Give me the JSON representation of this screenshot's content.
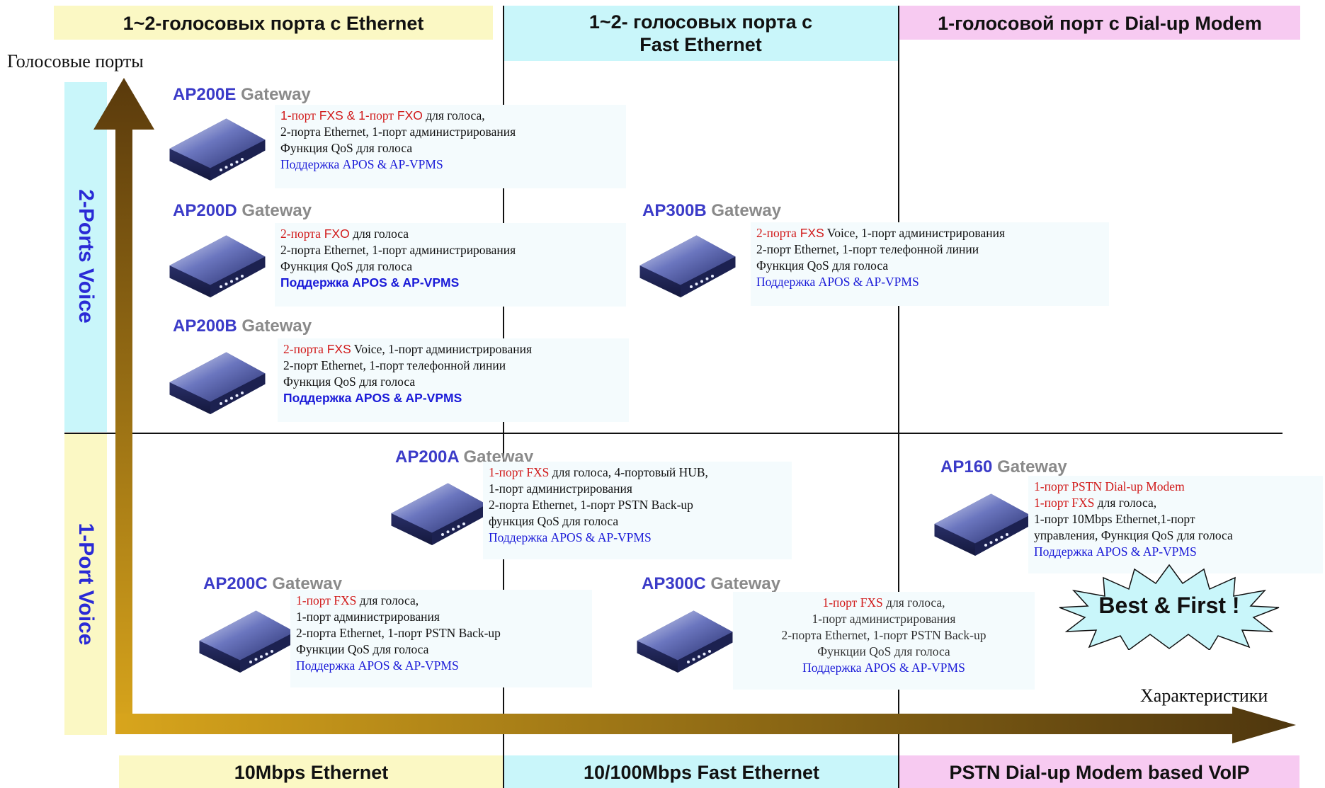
{
  "headers_top": {
    "col1": "1~2-голосовых порта с Ethernet",
    "col2_line1": "1~2- голосовых порта с",
    "col2_line2": "Fast Ethernet",
    "col3": "1-голосовой  порт с Dial-up Modem"
  },
  "headers_bottom": {
    "col1": "10Mbps Ethernet",
    "col2": "10/100Mbps Fast Ethernet",
    "col3": "PSTN Dial-up Modem based VoIP"
  },
  "axis": {
    "y_title": "Голосовые порты",
    "x_title": "Характеристики",
    "row_top": "2-Ports Voice",
    "row_bottom": "1-Port Voice"
  },
  "badge": "Best & First !",
  "products": {
    "ap200e": {
      "model": "AP200E",
      "gw": "Gateway",
      "l1a": "1-",
      "l1b": "порт",
      "l1c": " FXS & 1-",
      "l1d": "порт",
      "l1e": " FXO",
      "l1f": " для голоса,",
      "l2": "2-порта Ethernet, 1-порт администрирования",
      "l3": "Функция QoS для голоса",
      "l4": "Поддержка APOS & AP-VPMS"
    },
    "ap200d": {
      "model": "AP200D",
      "gw": "Gateway",
      "l1a": "2-порта",
      "l1b": " FXO",
      "l1c": " для голоса",
      "l2": "2-порта Ethernet, 1-порт администрирования",
      "l3": "Функция QoS для голоса",
      "l4": "Поддержка APOS & AP-VPMS"
    },
    "ap200b": {
      "model": "AP200B",
      "gw": "Gateway",
      "l1a": "2-порта",
      "l1b": " FXS",
      "l1c": " Voice, 1-порт администрирования",
      "l2": "2-порт Ethernet, 1-порт телефонной  линии",
      "l3": "Функция QoS для голоса",
      "l4": "Поддержка APOS & AP-VPMS"
    },
    "ap300b": {
      "model": "AP300B",
      "gw": "Gateway",
      "l1a": "2-порта",
      "l1b": " FXS",
      "l1c": " Voice, 1-порт администрирования",
      "l2": "2-порт Ethernet, 1-порт телефонной  линии",
      "l3": "Функция QoS для голоса",
      "l4": "Поддержка APOS & AP-VPMS"
    },
    "ap200a": {
      "model": "AP200A",
      "gw": "Gateway",
      "l1a": "1-порт FXS",
      "l1b": " для голоса, 4-портовый  HUB,",
      "l2": "1-порт администрирования",
      "l3": "2-порта Ethernet, 1-порт PSTN Back-up",
      "l4": "функция QoS для голоса",
      "l5": "Поддержка APOS & AP-VPMS"
    },
    "ap160": {
      "model": "AP160",
      "gw": "Gateway",
      "l1": "1-порт PSTN Dial-up Modem",
      "l2a": "1-порт FXS",
      "l2b": " для голоса,",
      "l3": "1-порт 10Mbps Ethernet,1-порт",
      "l4": "управления, Функция QoS для голоса",
      "l5": "Поддержка APOS & AP-VPMS"
    },
    "ap200c": {
      "model": "AP200C",
      "gw": "Gateway",
      "l1a": "1-порт FXS",
      "l1b": " для голоса,",
      "l2": "1-порт администрирования",
      "l3": "2-порта Ethernet, 1-порт PSTN Back-up",
      "l4": "Функции QoS для голоса",
      "l5": "Поддержка APOS & AP-VPMS"
    },
    "ap300c": {
      "model": "AP300C",
      "gw": "Gateway",
      "l1a": "1-порт FXS",
      "l1b": " для голоса,",
      "l2": "1-порт администрирования",
      "l3": "2-порта Ethernet, 1-порт PSTN Back-up",
      "l4": "Функции QoS для голоса",
      "l5": "Поддержка APOS & AP-VPMS"
    }
  },
  "colors": {
    "yellow": "#fbf8c4",
    "cyan": "#c9f6fa",
    "pink": "#f7caf1",
    "model_blue": "#3b3bc8",
    "red": "#d11a1a",
    "link_blue": "#1a1ad8"
  }
}
